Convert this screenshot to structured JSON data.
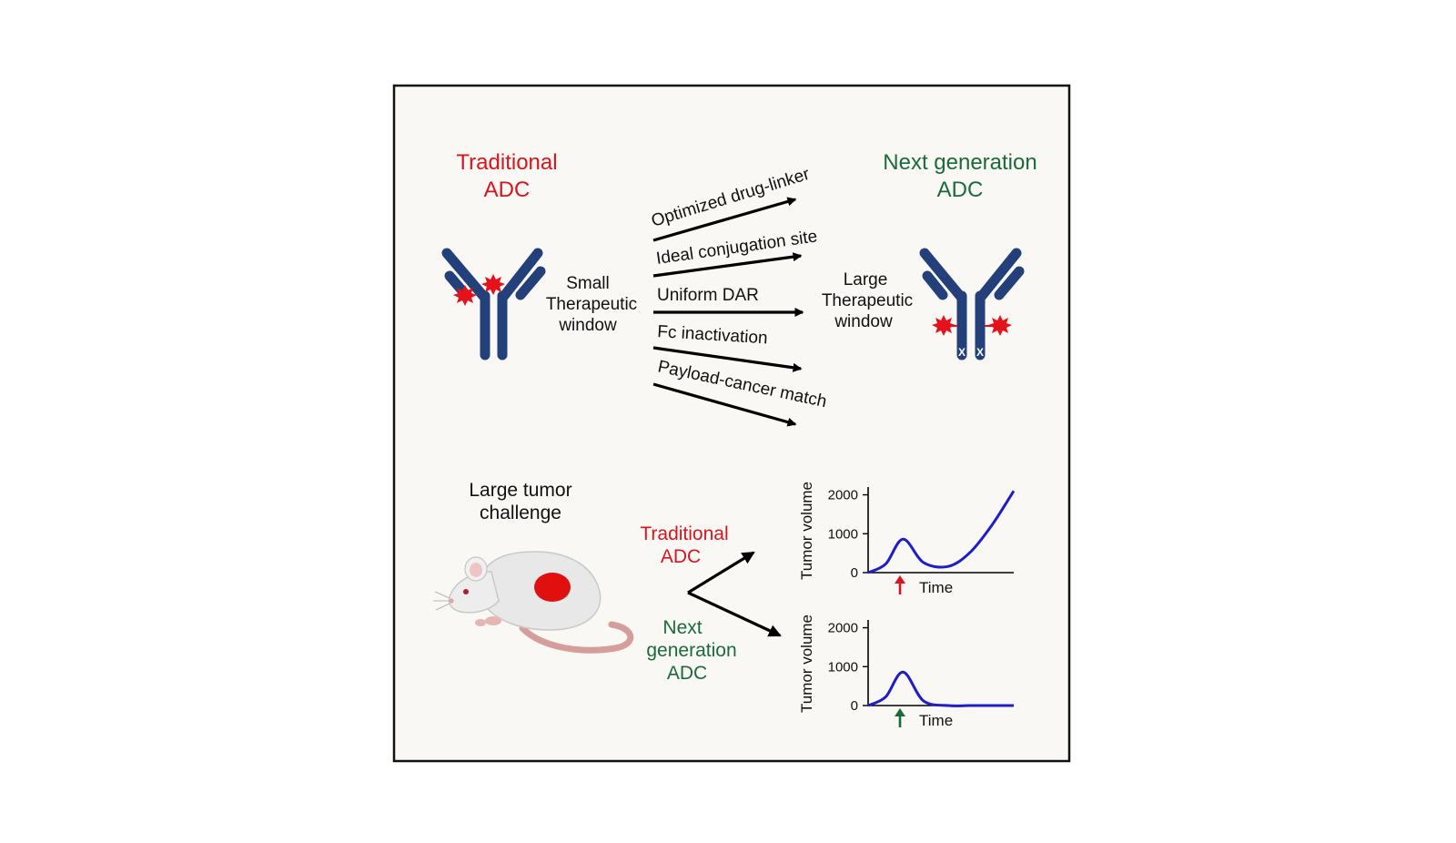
{
  "traditional": {
    "title_line1": "Traditional",
    "title_line2": "ADC",
    "window_line1": "Small",
    "window_line2": "Therapeutic",
    "window_line3": "window"
  },
  "next_gen": {
    "title_line1": "Next generation",
    "title_line2": "ADC",
    "window_line1": "Large",
    "window_line2": "Therapeutic",
    "window_line3": "window",
    "fc_mark": "X"
  },
  "improvements": [
    "Optimized drug-linker",
    "Ideal conjugation site",
    "Uniform DAR",
    "Fc inactivation",
    "Payload-cancer match"
  ],
  "challenge": {
    "line1": "Large tumor",
    "line2": "challenge"
  },
  "branch_traditional": {
    "line1": "Traditional",
    "line2": "ADC"
  },
  "branch_next": {
    "line1": "Next",
    "line2": "generation",
    "line3": "ADC"
  },
  "colors": {
    "antibody": "#24407a",
    "payload": "#e3121b",
    "curve": "#1d1ec9",
    "traditional": "#d9141c",
    "next_generation": "#1b6b3a",
    "tumor": "#e11010"
  },
  "chart_data": [
    {
      "type": "line",
      "treatment": "Traditional ADC",
      "ylabel": "Tumor volume",
      "xlabel": "Time",
      "yticks": [
        0,
        1000,
        2000
      ],
      "ylim": [
        0,
        2200
      ],
      "arrow_color": "#d9141c",
      "series": [
        {
          "x": [
            0,
            0.12,
            0.24,
            0.38,
            0.55,
            0.7,
            0.85,
            1.0
          ],
          "values": [
            0,
            220,
            860,
            260,
            160,
            520,
            1220,
            2100
          ]
        }
      ]
    },
    {
      "type": "line",
      "treatment": "Next generation ADC",
      "ylabel": "Tumor volume",
      "xlabel": "Time",
      "yticks": [
        0,
        1000,
        2000
      ],
      "ylim": [
        0,
        2200
      ],
      "arrow_color": "#1b6b3a",
      "series": [
        {
          "x": [
            0,
            0.12,
            0.24,
            0.38,
            0.55,
            0.7,
            0.85,
            1.0
          ],
          "values": [
            0,
            220,
            860,
            120,
            0,
            0,
            0,
            0
          ]
        }
      ]
    }
  ]
}
